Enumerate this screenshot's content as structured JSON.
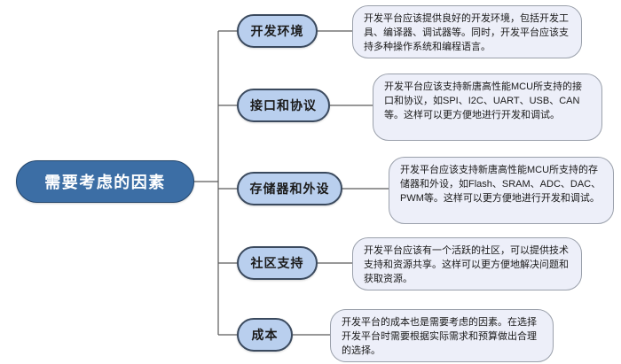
{
  "diagram": {
    "type": "mind-map",
    "title": "需要考虑的因素",
    "orientation": "left-to-right",
    "colors": {
      "root_fill": "#3C6EA5",
      "root_border": "#23456B",
      "root_text": "#FFFFFF",
      "branch_fill": "#B9CFEE",
      "branch_border": "#3B4A5E",
      "branch_text": "#1B1B1B",
      "leaf_fill": "#EDEFF9",
      "leaf_border": "#9AA0AB",
      "leaf_text": "#1A1A1A",
      "connector": "#5A5A5A",
      "background": "#FFFFFF"
    },
    "root": {
      "label": "需要考虑的因素"
    },
    "branches": [
      {
        "label": "开发环境",
        "detail": "开发平台应该提供良好的开发环境，包括开发工具、编译器、调试器等。同时，开发平台应该支持多种操作系统和编程语言。"
      },
      {
        "label": "接口和协议",
        "detail": "开发平台应该支持新唐高性能MCU所支持的接口和协议，如SPI、I2C、UART、USB、CAN等。这样可以更方便地进行开发和调试。"
      },
      {
        "label": "存储器和外设",
        "detail": "开发平台应该支持新唐高性能MCU所支持的存储器和外设，如Flash、SRAM、ADC、DAC、PWM等。这样可以更方便地进行开发和调试。"
      },
      {
        "label": "社区支持",
        "detail": "开发平台应该有一个活跃的社区，可以提供技术支持和资源共享。这样可以更方便地解决问题和获取资源。"
      },
      {
        "label": "成本",
        "detail": "开发平台的成本也是需要考虑的因素。在选择开发平台时需要根据实际需求和预算做出合理的选择。"
      }
    ]
  }
}
